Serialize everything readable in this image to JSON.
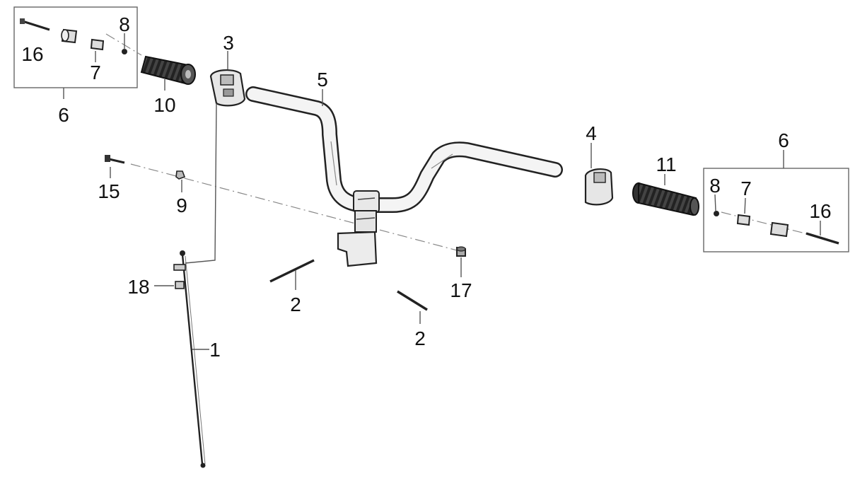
{
  "diagram": {
    "callouts": {
      "c1": "1",
      "c2a": "2",
      "c2b": "2",
      "c3": "3",
      "c4": "4",
      "c5": "5",
      "c6l": "6",
      "c6r": "6",
      "c7l": "7",
      "c7r": "7",
      "c8l": "8",
      "c8r": "8",
      "c9": "9",
      "c10": "10",
      "c11": "11",
      "c15": "15",
      "c16l": "16",
      "c16r": "16",
      "c17": "17",
      "c18": "18"
    },
    "colors": {
      "line": "#222222",
      "part_dark": "#2b2b2b",
      "part_fill": "#f2f2f2",
      "box": "#666666"
    }
  }
}
